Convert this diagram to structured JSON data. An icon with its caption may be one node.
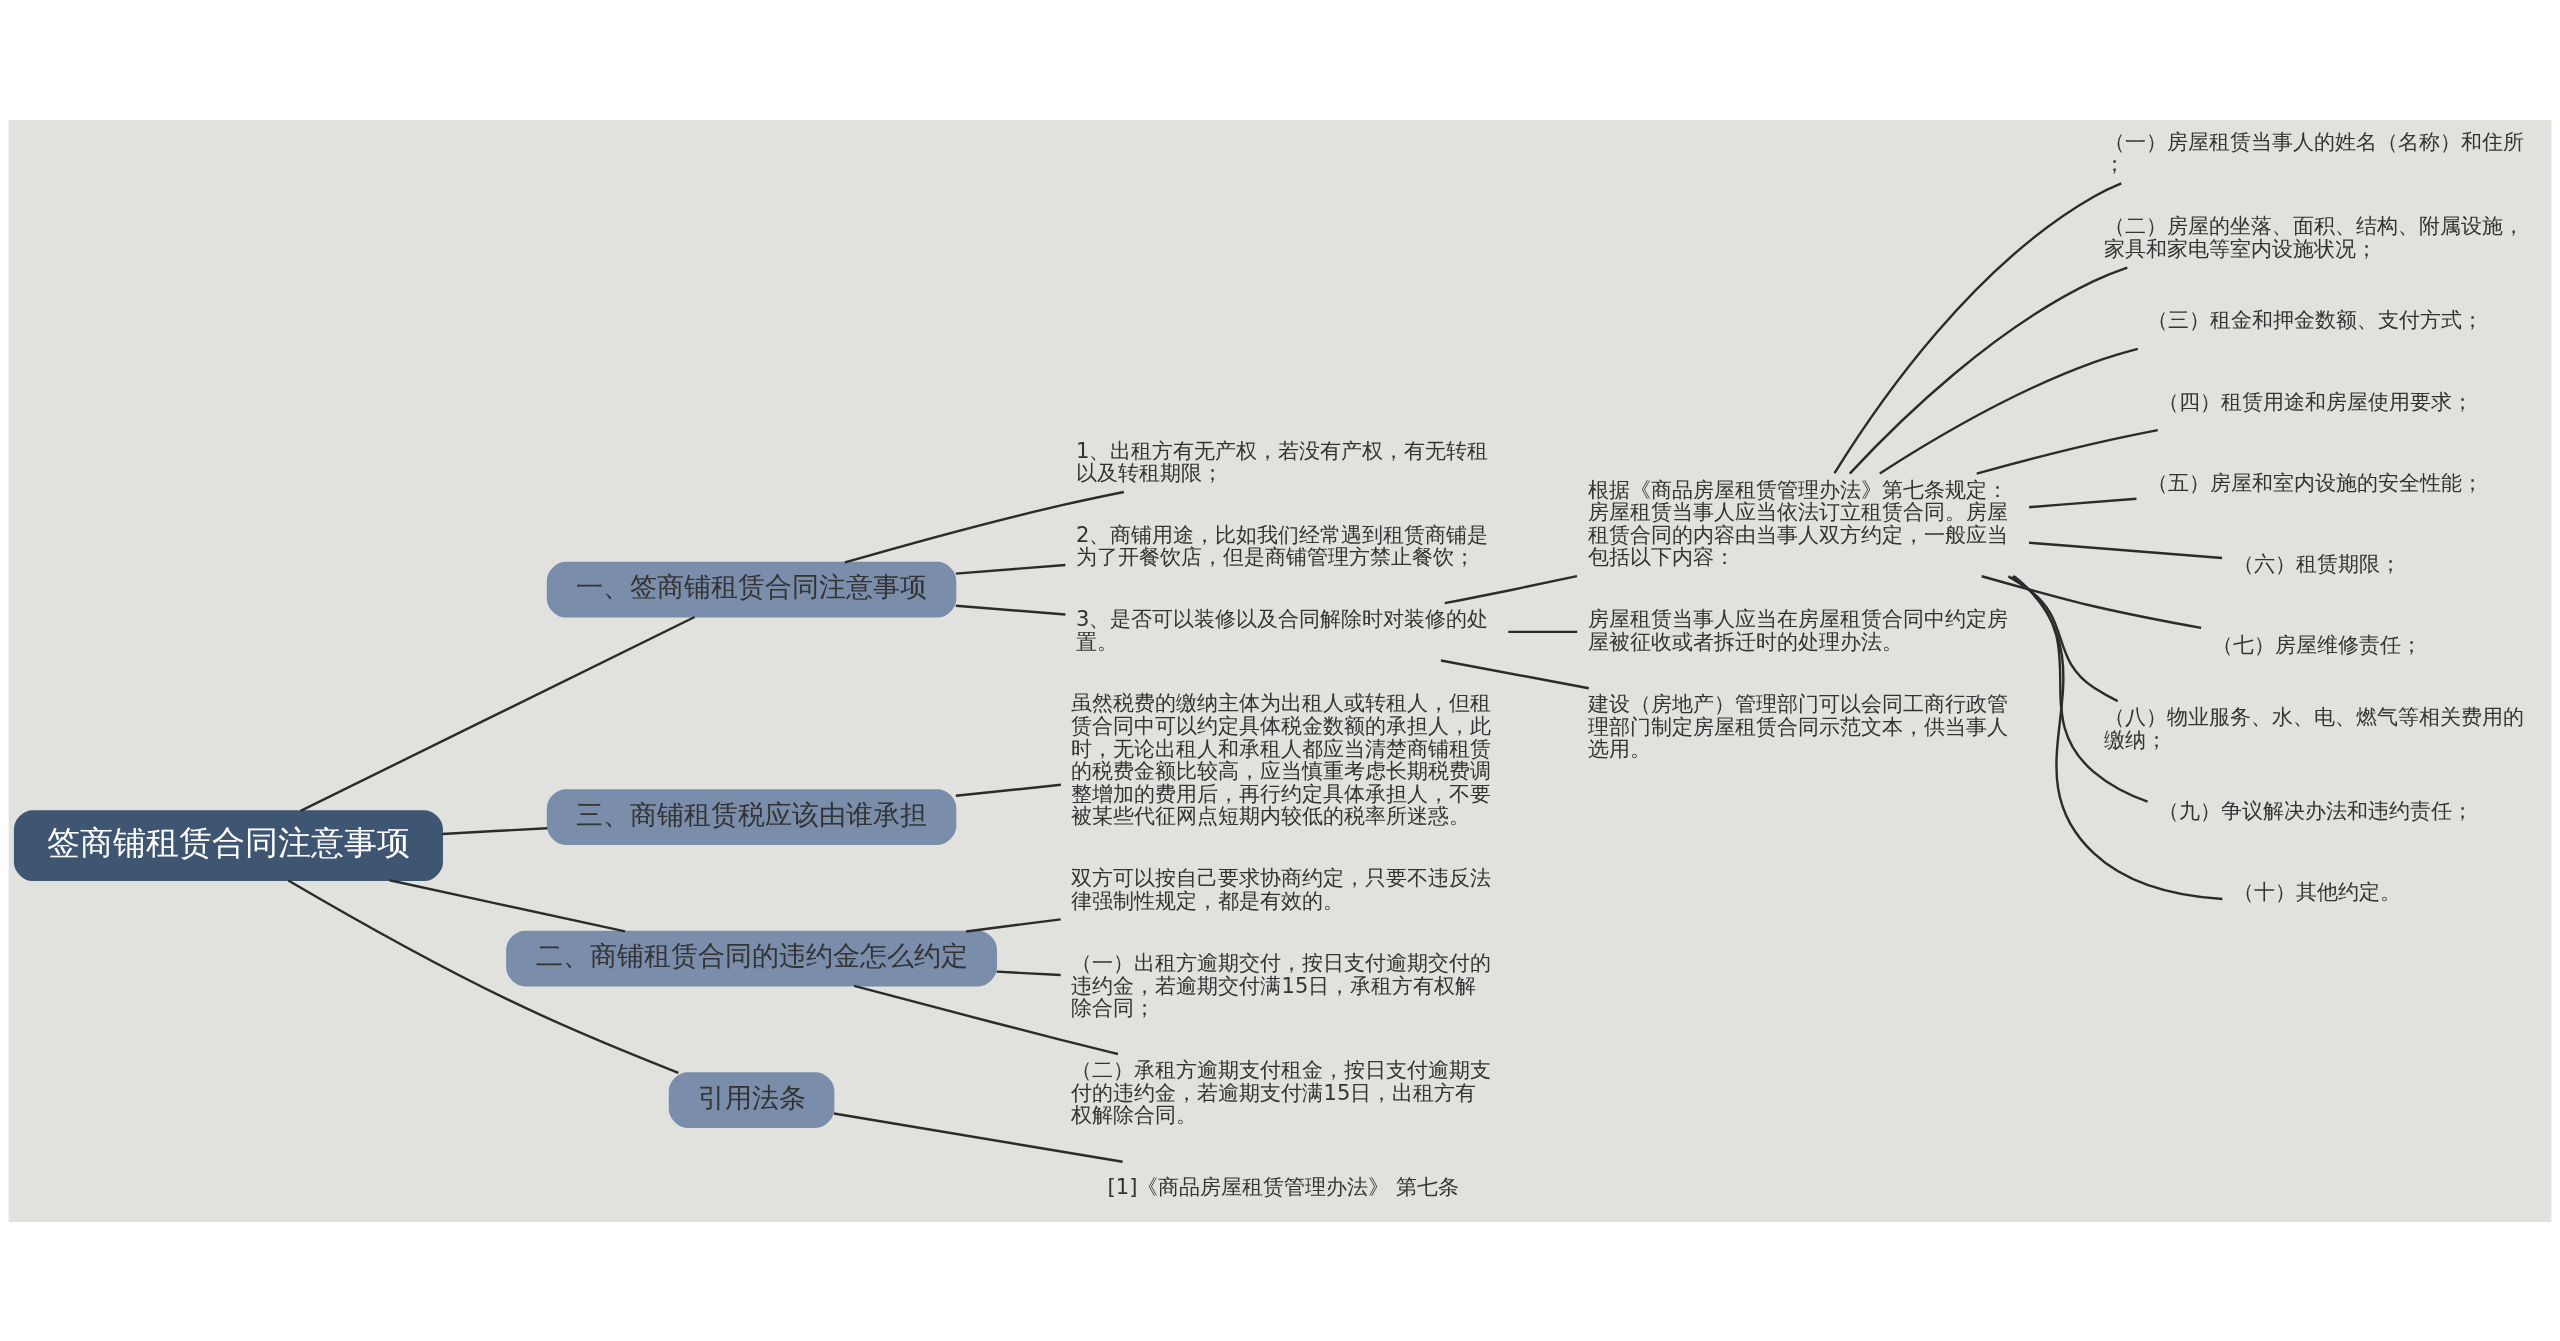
{
  "diagram": {
    "nodes": [
      {
        "text": [
          "签商铺租赁合同注意事项"
        ]
      },
      {
        "text": [
          "一、签商铺租赁合同注意事项"
        ]
      },
      {
        "text": [
          "1、出租方有无产权，若没有产权，有无转租以及转租期限；"
        ]
      },
      {
        "text": [
          "2、商铺用途，比如我们经常遇到租赁商铺是为了开餐饮店，但是商铺管理方禁止餐饮；"
        ]
      },
      {
        "text": [
          "3、是否可以装修以及合同解除时对装修的处置。"
        ]
      },
      {
        "text": [
          "根据《商品房屋租赁管理办法》第七条规定：房屋租赁当事人应当依法订立租赁合同。房屋租赁合同的内容由当事人双方约定，一般应当包括以下内容："
        ]
      },
      {
        "text": [
          "（一）房屋租赁当事人的姓名（名称）和住所；"
        ]
      },
      {
        "text": [
          "（二）房屋的坐落、面积、结构、附属设施，家具和家电等室内设施状况；"
        ]
      },
      {
        "text": [
          "（三）租金和押金数额、支付方式；"
        ]
      },
      {
        "text": [
          "（四）租赁用途和房屋使用要求；"
        ]
      },
      {
        "text": [
          "（五）房屋和室内设施的安全性能；"
        ]
      },
      {
        "text": [
          "（六）租赁期限；"
        ]
      },
      {
        "text": [
          "（七）房屋维修责任；"
        ]
      },
      {
        "text": [
          "（八）物业服务、水、电、燃气等相关费用的缴纳；"
        ]
      },
      {
        "text": [
          "（九）争议解决办法和违约责任；"
        ]
      },
      {
        "text": [
          "（十）其他约定。"
        ]
      },
      {
        "text": [
          "房屋租赁当事人应当在房屋租赁合同中约定房屋被征收或者拆迁时的处理办法。"
        ]
      },
      {
        "text": [
          "建设（房地产）管理部门可以会同工商行政管理部门制定房屋租赁合同示范文本，供当事人选用。"
        ]
      },
      {
        "text": [
          "三、商铺租赁税应该由谁承担"
        ]
      },
      {
        "text": [
          "虽然税费的缴纳主体为出租人或转租人，但租赁合同中可以约定具体税金数额的承担人，此时，无论出租人和承租人都应当清楚商铺租赁的税费金额比较高，应当慎重考虑长期税费调整增加的费用后，再行约定具体承担人，不要被某些代征网点短期内较低的税率所迷惑。"
        ]
      },
      {
        "text": [
          "二、商铺租赁合同的违约金怎么约定"
        ]
      },
      {
        "text": [
          "双方可以按自己要求协商约定，只要不违反法律强制性规定，都是有效的。"
        ]
      },
      {
        "text": [
          "（一）出租方逾期交付，按日支付逾期交付的违约金，若逾期交付满15日，承租方有权解除合同；"
        ]
      },
      {
        "text": [
          "（二）承租方逾期支付租金，按日支付逾期支付的违约金，若逾期支付满15日，出租方有权解除合同。"
        ]
      },
      {
        "text": [
          "引用法条"
        ]
      },
      {
        "text": [
          "[1]《商品房屋租赁管理办法》 第七条"
        ]
      }
    ],
    "edges": [
      {
        "from": 0,
        "to": 1,
        "arrow": "none"
      },
      {
        "from": 1,
        "to": 2,
        "arrow": "none"
      },
      {
        "from": 1,
        "to": 3,
        "arrow": "none"
      },
      {
        "from": 1,
        "to": 4,
        "arrow": "none"
      },
      {
        "from": 4,
        "to": 5,
        "arrow": "none"
      },
      {
        "from": 5,
        "to": 6,
        "arrow": "none"
      },
      {
        "from": 5,
        "to": 7,
        "arrow": "none"
      },
      {
        "from": 5,
        "to": 8,
        "arrow": "none"
      },
      {
        "from": 5,
        "to": 9,
        "arrow": "none"
      },
      {
        "from": 5,
        "to": 10,
        "arrow": "none"
      },
      {
        "from": 5,
        "to": 11,
        "arrow": "none"
      },
      {
        "from": 5,
        "to": 12,
        "arrow": "none"
      },
      {
        "from": 5,
        "to": 13,
        "arrow": "none"
      },
      {
        "from": 5,
        "to": 14,
        "arrow": "none"
      },
      {
        "from": 5,
        "to": 15,
        "arrow": "none"
      },
      {
        "from": 4,
        "to": 16,
        "arrow": "none"
      },
      {
        "from": 4,
        "to": 17,
        "arrow": "none"
      },
      {
        "from": 0,
        "to": 18,
        "arrow": "none"
      },
      {
        "from": 18,
        "to": 19,
        "arrow": "none"
      },
      {
        "from": 0,
        "to": 20,
        "arrow": "none"
      },
      {
        "from": 20,
        "to": 21,
        "arrow": "none"
      },
      {
        "from": 20,
        "to": 22,
        "arrow": "none"
      },
      {
        "from": 20,
        "to": 23,
        "arrow": "none"
      },
      {
        "from": 0,
        "to": 24,
        "arrow": "none"
      },
      {
        "from": 24,
        "to": 25,
        "arrow": "none"
      }
    ]
  }
}
